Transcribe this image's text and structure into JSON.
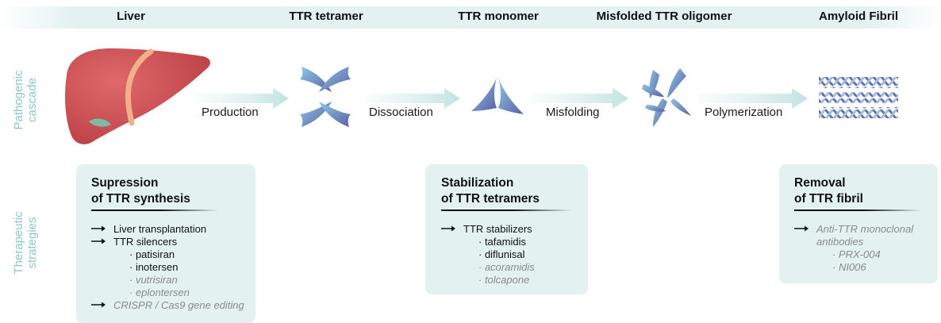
{
  "stages": [
    "Liver",
    "TTR tetramer",
    "TTR monomer",
    "Misfolded TTR oligomer",
    "Amyloid Fibril"
  ],
  "row_labels": {
    "cascade": [
      "Pathogenic",
      "cascade"
    ],
    "strategies": [
      "Therapeutic",
      "strategies"
    ]
  },
  "steps": [
    "Production",
    "Dissociation",
    "Misfolding",
    "Polymerization"
  ],
  "colors": {
    "accent_teal": "#8cc9c6",
    "box_bg": "#e3f2f1",
    "protein_blue": "#7f8fc4",
    "liver_red": "#c8464a",
    "muted_text": "#8a8a8a"
  },
  "boxes": {
    "synthesis": {
      "title_line1": "Supression",
      "title_line2": "of TTR synthesis",
      "items": {
        "liver_transplant": "Liver transplantation",
        "silencers": "TTR silencers",
        "patisiran": "· patisiran",
        "inotersen": "· inotersen",
        "vutrisiran": "· vutrisiran",
        "eplontersen": "· eplontersen",
        "crispr": "CRISPR / Cas9 gene editing"
      }
    },
    "stabilization": {
      "title_line1": "Stabilization",
      "title_line2": "of TTR tetramers",
      "items": {
        "stabilizers": "TTR stabilizers",
        "tafamidis": "· tafamidis",
        "diflunisal": "· diflunisal",
        "acoramidis": "· acoramidis",
        "tolcapone": "· tolcapone"
      }
    },
    "removal": {
      "title_line1": "Removal",
      "title_line2": "of TTR fibril",
      "items": {
        "antibodies_1": "Anti-TTR monoclonal",
        "antibodies_2": "antibodies",
        "prx": "· PRX-004",
        "ni": "· NI006"
      }
    }
  }
}
